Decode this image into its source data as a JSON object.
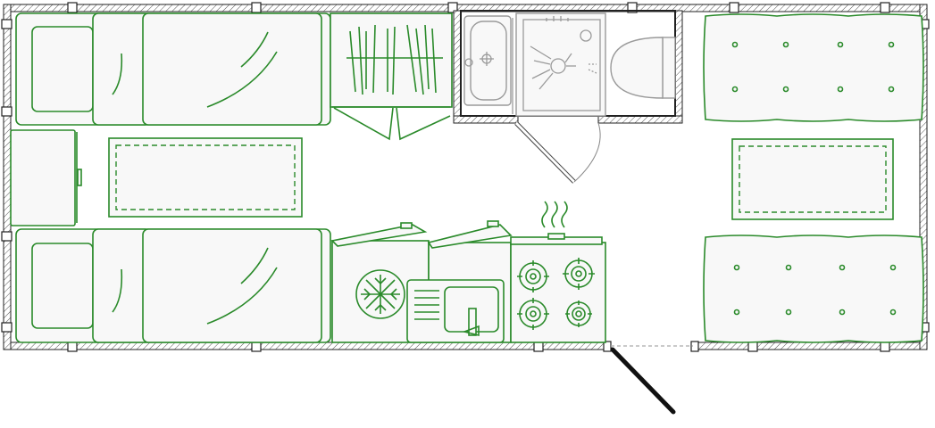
{
  "plan": {
    "colors": {
      "furniture": "#2a8a2a",
      "bathroom_fixtures": "#9a9a9a",
      "walls": "#222222",
      "floor": "#ffffff"
    },
    "rooms": [
      "bedroom",
      "wardrobe",
      "bathroom",
      "kitchen",
      "dining-lounge"
    ],
    "fixtures": [
      "double-bed-top",
      "double-bed-bottom",
      "bedside-cabinet",
      "rug-left",
      "rug-right",
      "wardrobe",
      "bathroom-sink",
      "shower",
      "toilet",
      "fridge",
      "kitchen-sink",
      "stove",
      "sofa-top",
      "sofa-bottom"
    ],
    "doors": [
      "bathroom-door",
      "entry-door"
    ]
  }
}
